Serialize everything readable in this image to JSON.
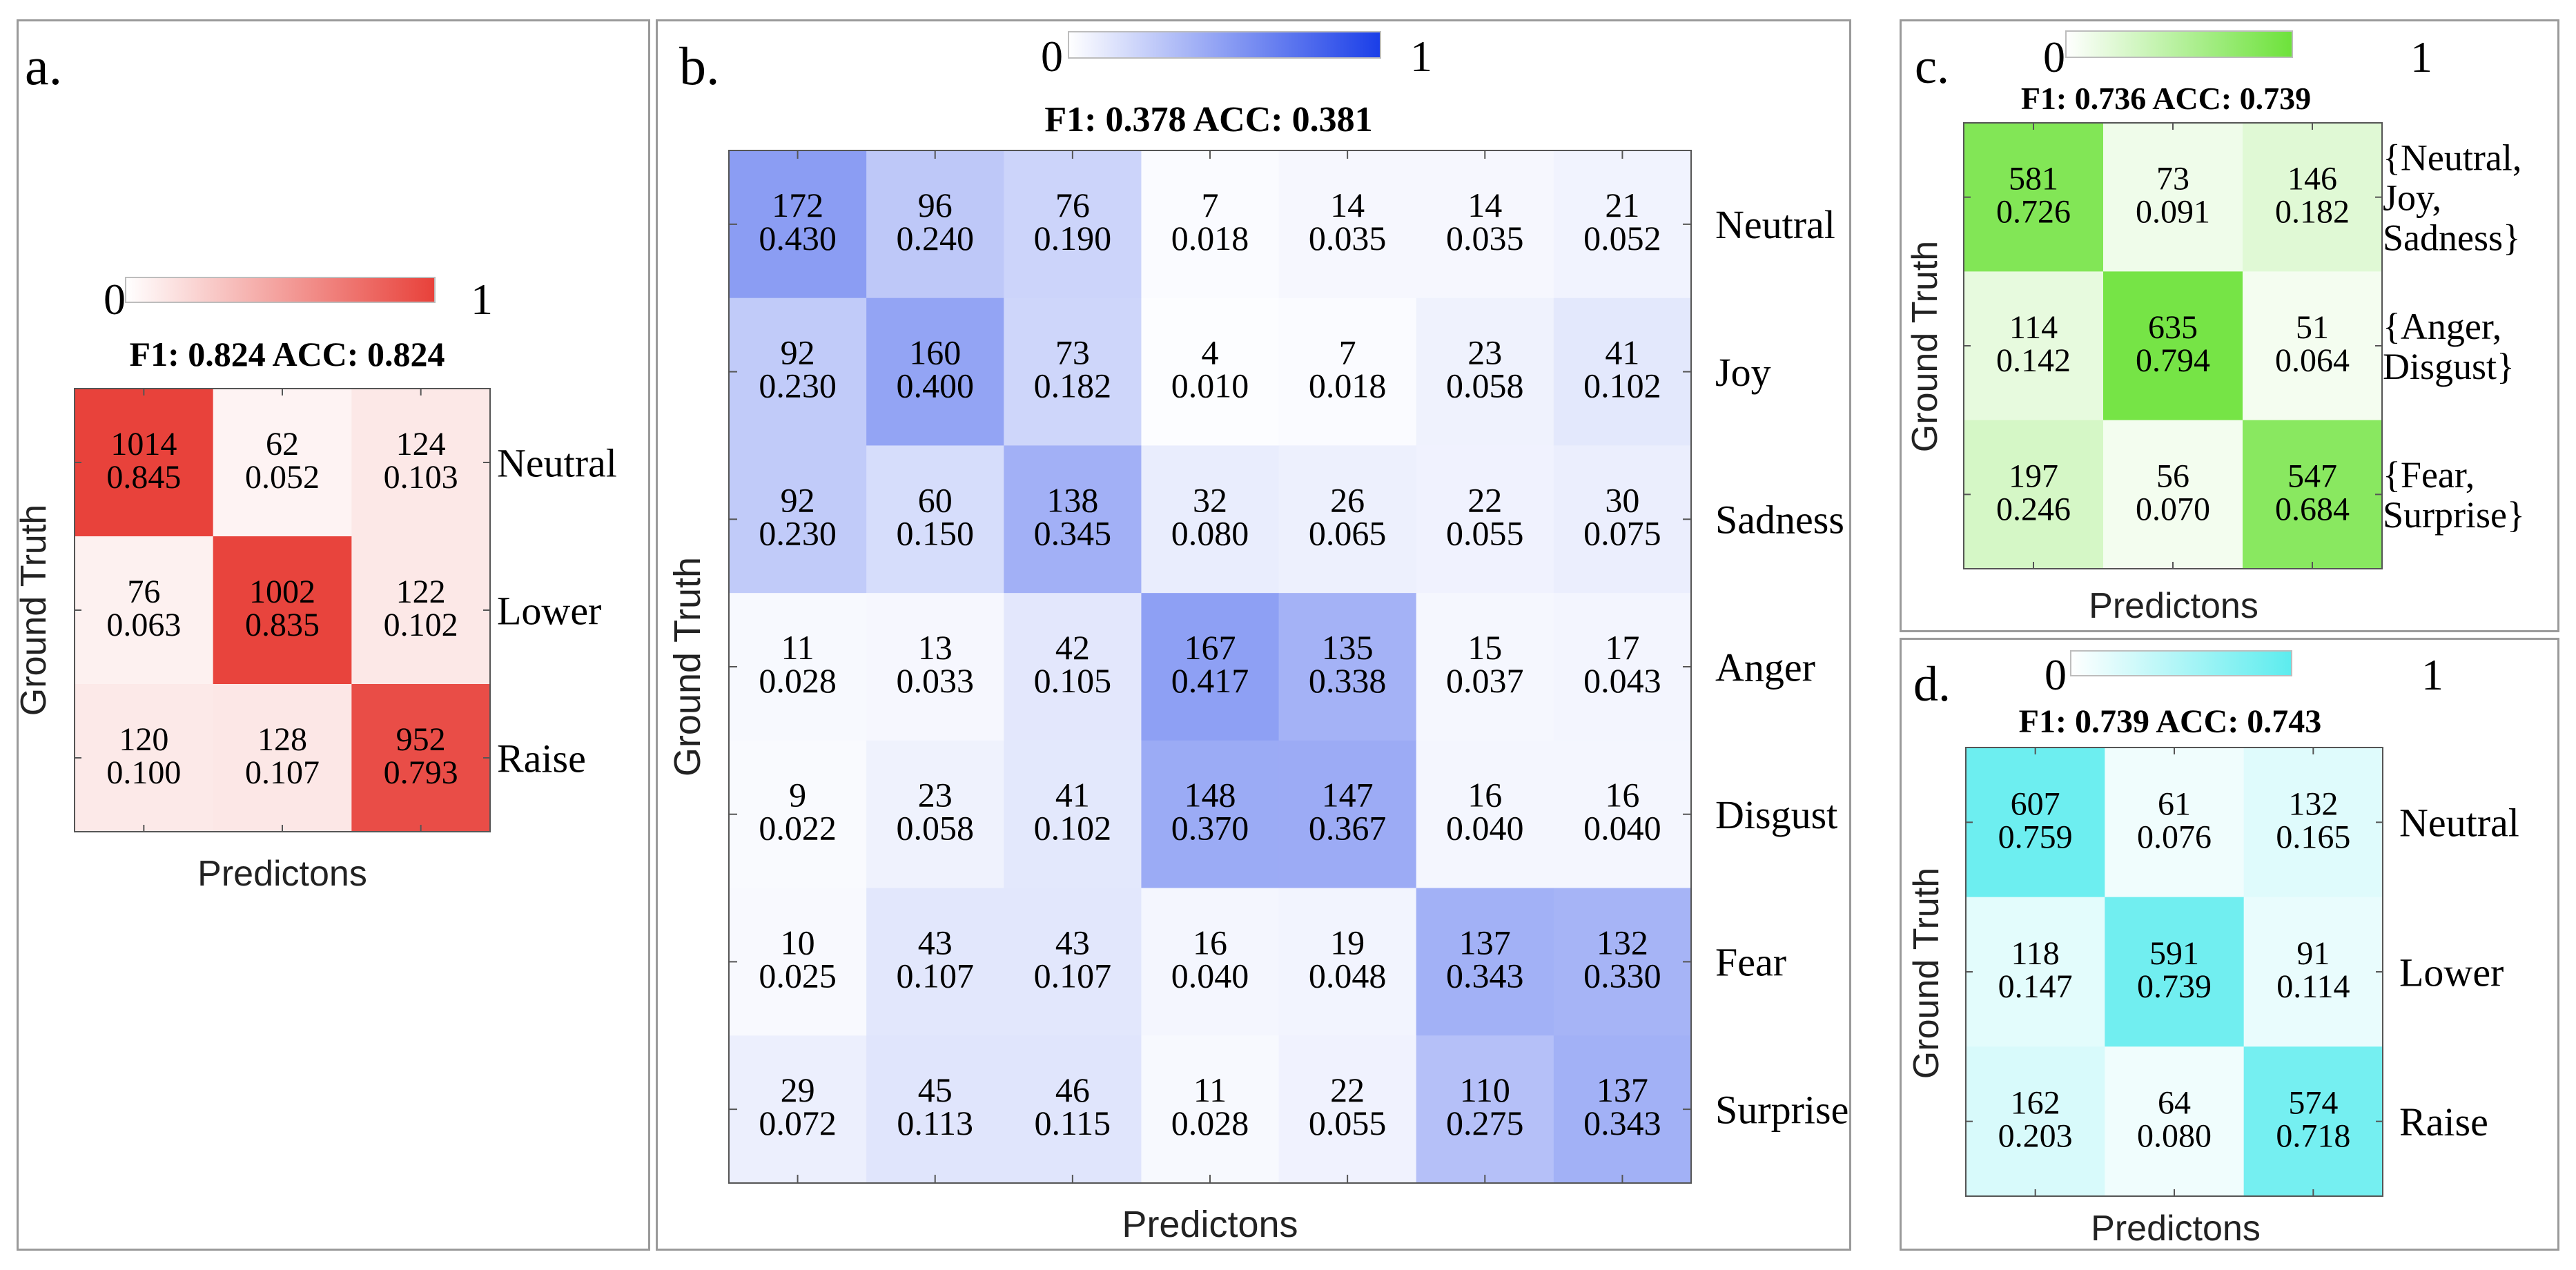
{
  "chart_data": [
    {
      "type": "heatmap",
      "panel_label": "a.",
      "title": "F1: 0.824 ACC: 0.824",
      "xlabel": "Predictons",
      "ylabel": "Ground Truth",
      "colorbar": {
        "min_label": "0",
        "max_label": "1",
        "color": "#e8413a",
        "range": [
          0,
          1
        ]
      },
      "row_labels": [
        [
          "Neutral"
        ],
        [
          "Lower"
        ],
        [
          "Raise"
        ]
      ],
      "counts": [
        [
          1014,
          62,
          124
        ],
        [
          76,
          1002,
          122
        ],
        [
          120,
          128,
          952
        ]
      ],
      "ratios": [
        [
          "0.845",
          "0.052",
          "0.103"
        ],
        [
          "0.063",
          "0.835",
          "0.102"
        ],
        [
          "0.100",
          "0.107",
          "0.793"
        ]
      ]
    },
    {
      "type": "heatmap",
      "panel_label": "b.",
      "title": "F1: 0.378 ACC: 0.381",
      "xlabel": "Predictons",
      "ylabel": "Ground Truth",
      "colorbar": {
        "min_label": "0",
        "max_label": "1",
        "color": "#1a3ee8",
        "range": [
          0,
          1
        ]
      },
      "row_labels": [
        [
          "Neutral"
        ],
        [
          "Joy"
        ],
        [
          "Sadness"
        ],
        [
          "Anger"
        ],
        [
          "Disgust"
        ],
        [
          "Fear"
        ],
        [
          "Surprise"
        ]
      ],
      "counts": [
        [
          172,
          96,
          76,
          7,
          14,
          14,
          21
        ],
        [
          92,
          160,
          73,
          4,
          7,
          23,
          41
        ],
        [
          92,
          60,
          138,
          32,
          26,
          22,
          30
        ],
        [
          11,
          13,
          42,
          167,
          135,
          15,
          17
        ],
        [
          9,
          23,
          41,
          148,
          147,
          16,
          16
        ],
        [
          10,
          43,
          43,
          16,
          19,
          137,
          132
        ],
        [
          29,
          45,
          46,
          11,
          22,
          110,
          137
        ]
      ],
      "ratios": [
        [
          "0.430",
          "0.240",
          "0.190",
          "0.018",
          "0.035",
          "0.035",
          "0.052"
        ],
        [
          "0.230",
          "0.400",
          "0.182",
          "0.010",
          "0.018",
          "0.058",
          "0.102"
        ],
        [
          "0.230",
          "0.150",
          "0.345",
          "0.080",
          "0.065",
          "0.055",
          "0.075"
        ],
        [
          "0.028",
          "0.033",
          "0.105",
          "0.417",
          "0.338",
          "0.037",
          "0.043"
        ],
        [
          "0.022",
          "0.058",
          "0.102",
          "0.370",
          "0.367",
          "0.040",
          "0.040"
        ],
        [
          "0.025",
          "0.107",
          "0.107",
          "0.040",
          "0.048",
          "0.343",
          "0.330"
        ],
        [
          "0.072",
          "0.113",
          "0.115",
          "0.028",
          "0.055",
          "0.275",
          "0.343"
        ]
      ]
    },
    {
      "type": "heatmap",
      "panel_label": "c.",
      "title": "F1: 0.736 ACC: 0.739",
      "xlabel": "Predictons",
      "ylabel": "Ground Truth",
      "colorbar": {
        "min_label": "0",
        "max_label": "1",
        "color": "#6de23a",
        "range": [
          0,
          1
        ]
      },
      "row_labels": [
        [
          "{Neutral,",
          "Joy,",
          "Sadness}"
        ],
        [
          "{Anger,",
          "Disgust}"
        ],
        [
          "{Fear,",
          "Surprise}"
        ]
      ],
      "counts": [
        [
          581,
          73,
          146
        ],
        [
          114,
          635,
          51
        ],
        [
          197,
          56,
          547
        ]
      ],
      "ratios": [
        [
          "0.726",
          "0.091",
          "0.182"
        ],
        [
          "0.142",
          "0.794",
          "0.064"
        ],
        [
          "0.246",
          "0.070",
          "0.684"
        ]
      ]
    },
    {
      "type": "heatmap",
      "panel_label": "d.",
      "title": "F1: 0.739 ACC: 0.743",
      "xlabel": "Predictons",
      "ylabel": "Ground Truth",
      "colorbar": {
        "min_label": "0",
        "max_label": "1",
        "color": "#5cecee",
        "range": [
          0,
          1
        ]
      },
      "row_labels": [
        [
          "Neutral"
        ],
        [
          "Lower"
        ],
        [
          "Raise"
        ]
      ],
      "counts": [
        [
          607,
          61,
          132
        ],
        [
          118,
          591,
          91
        ],
        [
          162,
          64,
          574
        ]
      ],
      "ratios": [
        [
          "0.759",
          "0.076",
          "0.165"
        ],
        [
          "0.147",
          "0.739",
          "0.114"
        ],
        [
          "0.203",
          "0.080",
          "0.718"
        ]
      ]
    }
  ]
}
